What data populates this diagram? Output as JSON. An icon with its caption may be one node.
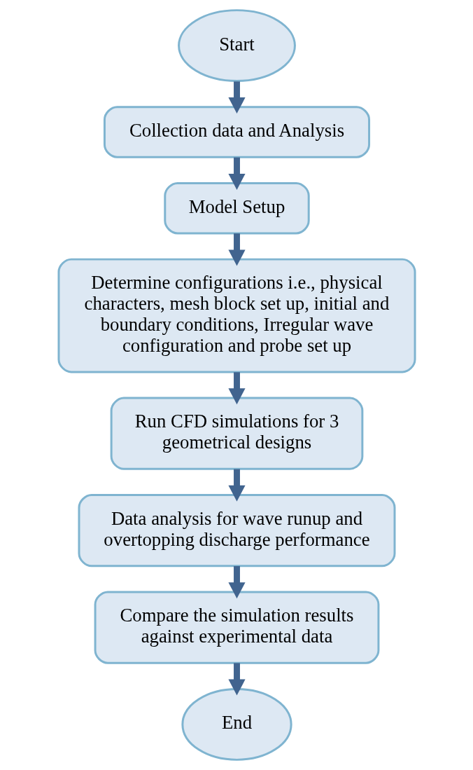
{
  "diagram": {
    "nodes": [
      {
        "text": [
          "Start"
        ]
      },
      {
        "text": [
          "Collection data and Analysis"
        ]
      },
      {
        "text": [
          "Model Setup"
        ]
      },
      {
        "text": [
          "Determine configurations i.e., physical characters, mesh block set up, initial and boundary conditions, Irregular wave configuration and probe set up"
        ]
      },
      {
        "text": [
          "Run CFD simulations for 3 geometrical designs"
        ]
      },
      {
        "text": [
          "Data analysis for wave runup and overtopping discharge performance"
        ]
      },
      {
        "text": [
          "Compare the simulation results against experimental data"
        ]
      },
      {
        "text": [
          "End"
        ]
      }
    ],
    "edges": [
      {
        "from": 0,
        "to": 1,
        "arrow": "to"
      },
      {
        "from": 1,
        "to": 2,
        "arrow": "to"
      },
      {
        "from": 2,
        "to": 3,
        "arrow": "to"
      },
      {
        "from": 3,
        "to": 4,
        "arrow": "to"
      },
      {
        "from": 4,
        "to": 5,
        "arrow": "to"
      },
      {
        "from": 5,
        "to": 6,
        "arrow": "to"
      },
      {
        "from": 6,
        "to": 7,
        "arrow": "to"
      }
    ]
  }
}
